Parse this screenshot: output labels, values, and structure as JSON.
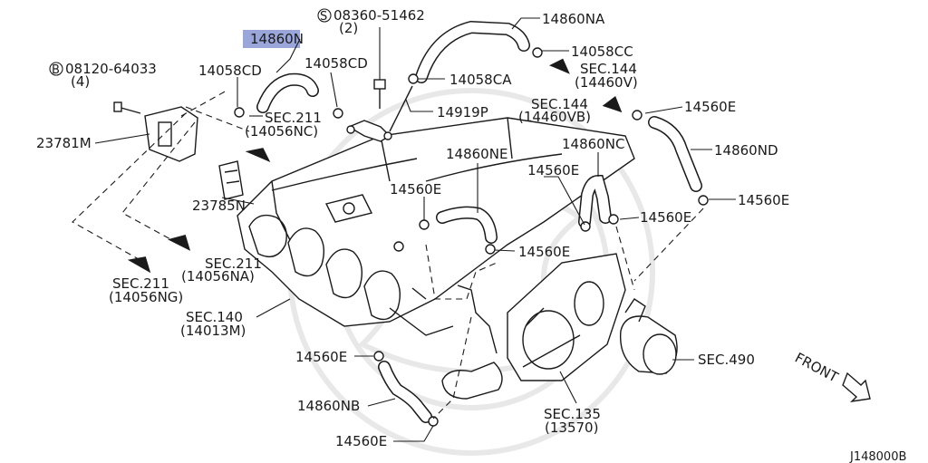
{
  "diagram": {
    "code": "J148000B",
    "front": "FRONT",
    "highlight_color": "#9aa6da",
    "labels": {
      "p14860N": "14860N",
      "bolt_s": "S",
      "bolt_s_num": "08360-51462",
      "bolt_s_qty": "(2)",
      "p14860NA": "14860NA",
      "p14058CC": "14058CC",
      "sec144_top": "SEC.144",
      "sec144_top_sub": "(14460V)",
      "p14058CA": "14058CA",
      "p14919P": "14919P",
      "bolt_b": "B",
      "bolt_b_num": "08120-64033",
      "bolt_b_qty": "(4)",
      "p14058CD_left": "14058CD",
      "p14058CD_right": "14058CD",
      "sec211_nc": "SEC.211",
      "sec211_nc_sub": "(14056NC)",
      "sec144_mid": "SEC.144",
      "sec144_mid_sub": "(14460VB)",
      "p14560E_tr": "14560E",
      "p23781M": "23781M",
      "p14860NC": "14860NC",
      "p14860ND": "14860ND",
      "p14860NE": "14860NE",
      "p14560E_c1": "14560E",
      "p14560E_c2": "14560E",
      "p14560E_r1": "14560E",
      "p14560E_r2": "14560E",
      "p14560E_c3": "14560E",
      "p23785N": "23785N",
      "sec211_na": "SEC.211",
      "sec211_na_sub": "(14056NA)",
      "sec211_ng": "SEC.211",
      "sec211_ng_sub": "(14056NG)",
      "sec140": "SEC.140",
      "sec140_sub": "(14013M)",
      "sec490": "SEC.490",
      "p14560E_bl": "14560E",
      "p14860NB": "14860NB",
      "p14560E_bb": "14560E",
      "sec135": "SEC.135",
      "sec135_sub": "(13570)"
    }
  }
}
